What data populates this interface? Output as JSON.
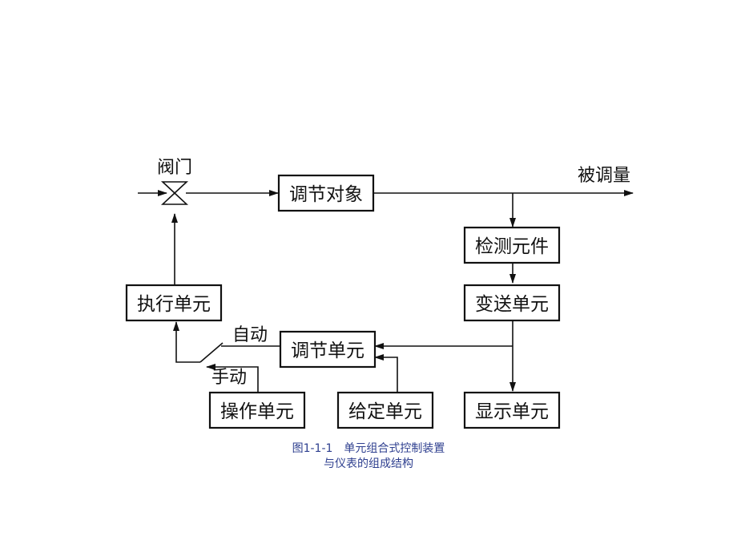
{
  "nodes": {
    "object": "调节对象",
    "sensor": "检测元件",
    "transmitter": "变送单元",
    "display": "显示单元",
    "controller": "调节单元",
    "setpoint": "给定单元",
    "actuator": "执行单元",
    "operator": "操作单元"
  },
  "labels": {
    "valve": "阀门",
    "controlled_variable": "被调量",
    "auto": "自动",
    "manual": "手动"
  },
  "caption": {
    "line1": "图1-1-1　单元组合式控制装置",
    "line2": "与仪表的组成结构"
  },
  "colors": {
    "caption": "#2e3f8f",
    "lines": "#111111"
  }
}
